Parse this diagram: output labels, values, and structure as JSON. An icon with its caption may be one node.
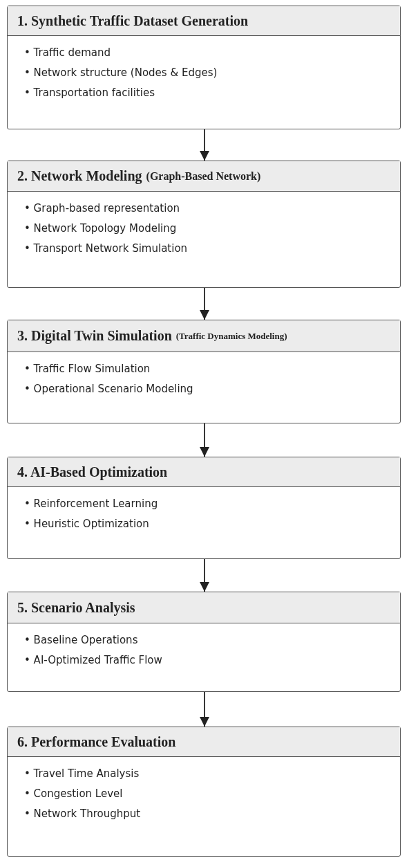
{
  "diagram": {
    "nodes": [
      {
        "text": [
          "• Traffic demand",
          "• Network structure (Nodes & Edges)",
          "• Transportation facilities"
        ]
      },
      {
        "text": [
          "1. Synthetic Traffic Dataset Generation"
        ],
        "in": 0
      },
      {
        "text": [
          "• Graph-based representation",
          "• Network Topology Modeling",
          "• Transport Network Simulation"
        ]
      },
      {
        "text": [
          "2. Network Modeling",
          "(Graph-Based Network)"
        ],
        "in": 2
      },
      {
        "text": [
          "• Traffic Flow Simulation",
          "• Operational Scenario Modeling"
        ]
      },
      {
        "text": [
          "3. Digital Twin Simulation",
          "(Traffic Dynamics Modeling)"
        ],
        "in": 4
      },
      {
        "text": [
          "• Reinforcement Learning",
          "• Heuristic Optimization"
        ]
      },
      {
        "text": [
          "4. AI-Based Optimization"
        ],
        "in": 6
      },
      {
        "text": [
          "• Baseline Operations",
          "• AI-Optimized Traffic Flow"
        ]
      },
      {
        "text": [
          "5. Scenario Analysis"
        ],
        "in": 8
      },
      {
        "text": [
          "• Travel Time Analysis",
          "• Congestion Level",
          "• Network Throughput"
        ]
      },
      {
        "text": [
          "6. Performance Evaluation"
        ],
        "in": 10
      }
    ],
    "edges": [
      {
        "from": 0,
        "to": 2,
        "arrow": "to"
      },
      {
        "from": 2,
        "to": 4,
        "arrow": "to"
      },
      {
        "from": 4,
        "to": 6,
        "arrow": "to"
      },
      {
        "from": 6,
        "to": 8,
        "arrow": "to"
      },
      {
        "from": 8,
        "to": 10,
        "arrow": "to"
      }
    ]
  }
}
